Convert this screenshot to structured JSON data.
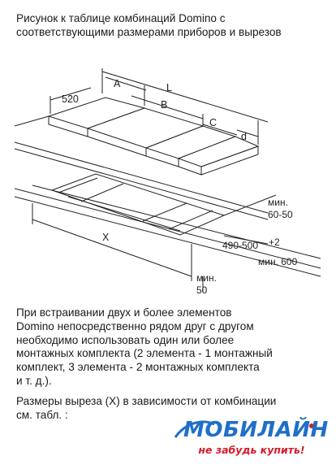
{
  "caption": "Рисунок к таблице комбинаций Domino с\nсоответствующими размерами приборов и вырезов",
  "diagram": {
    "labels": {
      "L": "L",
      "A": "A",
      "B": "B",
      "C": "C",
      "d": "d",
      "depth": "520",
      "X": "X",
      "min1": "мин.",
      "val1": "60-50",
      "range": "490-500",
      "plus2": "+2",
      "min2": "мин. 600",
      "min3": "мин.",
      "val3": "50"
    }
  },
  "paragraph1": "При встраивании двух и более элементов\nDomino непосредственно рядом друг с другом\nнеобходимо использовать один или более\nмонтажных комплекта (2 элемента - 1 монтажный\nкомплект, 3 элемента - 2 монтажных комплекта\nи т. д.).",
  "paragraph2": "Размеры выреза (X) в зависимости от комбинации\nсм. табл. :",
  "logo": {
    "brand": "МОБИЛАЙН",
    "slogan": "не забудь купить!",
    "brand_color": "#1f6fc9",
    "slogan_color": "#d71a2a"
  }
}
